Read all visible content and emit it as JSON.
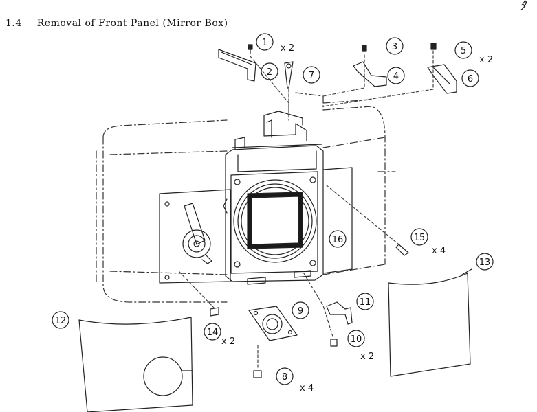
{
  "heading": {
    "number": "1.4",
    "title": "Removal of Front Panel (Mirror Box)"
  },
  "corner_mark": "ﾀ",
  "parts": [
    {
      "id": "1",
      "qty": "x 2"
    },
    {
      "id": "2",
      "qty": ""
    },
    {
      "id": "3",
      "qty": ""
    },
    {
      "id": "4",
      "qty": ""
    },
    {
      "id": "5",
      "qty": "x 2"
    },
    {
      "id": "6",
      "qty": ""
    },
    {
      "id": "7",
      "qty": ""
    },
    {
      "id": "8",
      "qty": "x 4"
    },
    {
      "id": "9",
      "qty": ""
    },
    {
      "id": "10",
      "qty": "x 2"
    },
    {
      "id": "11",
      "qty": ""
    },
    {
      "id": "12",
      "qty": ""
    },
    {
      "id": "13",
      "qty": ""
    },
    {
      "id": "14",
      "qty": "x 2"
    },
    {
      "id": "15",
      "qty": "x 4"
    },
    {
      "id": "16",
      "qty": ""
    }
  ]
}
